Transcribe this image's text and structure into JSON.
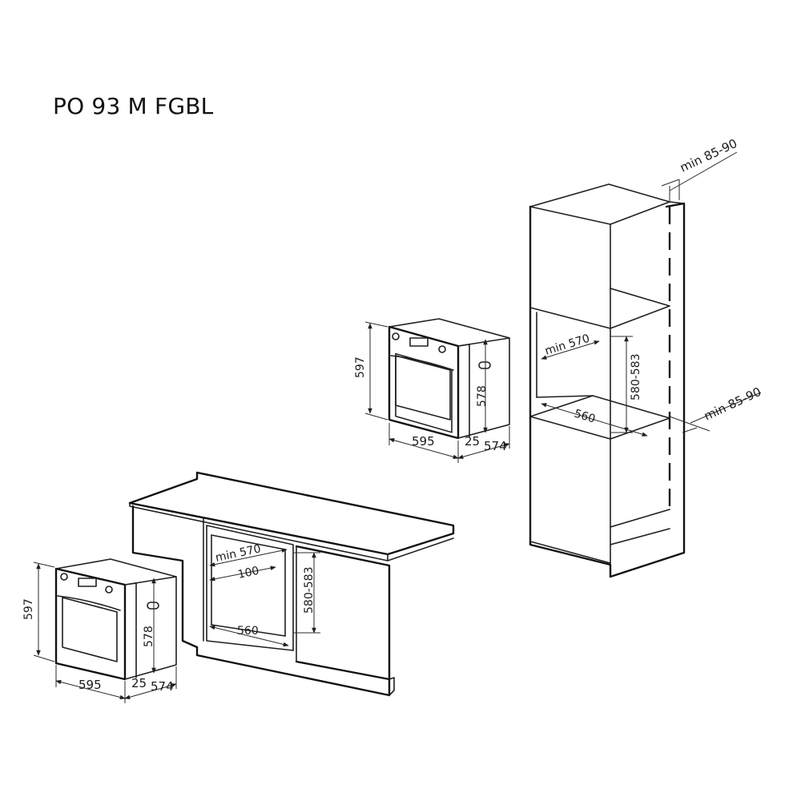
{
  "title": "PO 93 M FGBL",
  "colors": {
    "line": "#1f1f1f",
    "background": "#ffffff"
  },
  "dimensions": {
    "oven_height": "597",
    "oven_inner_height": "578",
    "oven_width": "595",
    "oven_depth_front": "25",
    "oven_depth": "574",
    "niche_width": "min 570",
    "niche_height": "580-583",
    "niche_depth": "560",
    "rear_gap": "100",
    "vent_gap_top": "min 85-90",
    "vent_gap_bottom": "min 85-90"
  }
}
